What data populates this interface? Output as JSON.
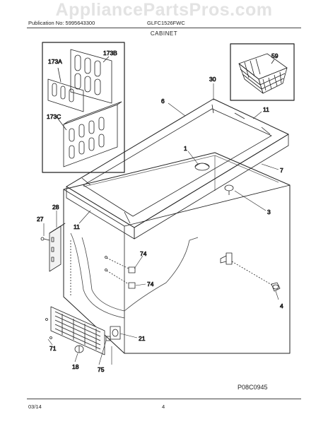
{
  "watermark": "AppliancePartsPros.com",
  "header": {
    "publication": "Publication No: 5995643300",
    "model": "GLFC1526FWC",
    "title": "CABINET"
  },
  "footer": {
    "date": "03/14",
    "page": "4"
  },
  "diagram_code": "P08C0945",
  "callouts": {
    "c173a": "173A",
    "c173b": "173B",
    "c173c": "173C",
    "c59": "59",
    "c30": "30",
    "c6": "6",
    "c11a": "11",
    "c1": "1",
    "c7": "7",
    "c3": "3",
    "c28": "28",
    "c27": "27",
    "c11b": "11",
    "c74a": "74",
    "c74b": "74",
    "c4": "4",
    "c21": "21",
    "c71": "71",
    "c18": "18",
    "c75": "75"
  }
}
